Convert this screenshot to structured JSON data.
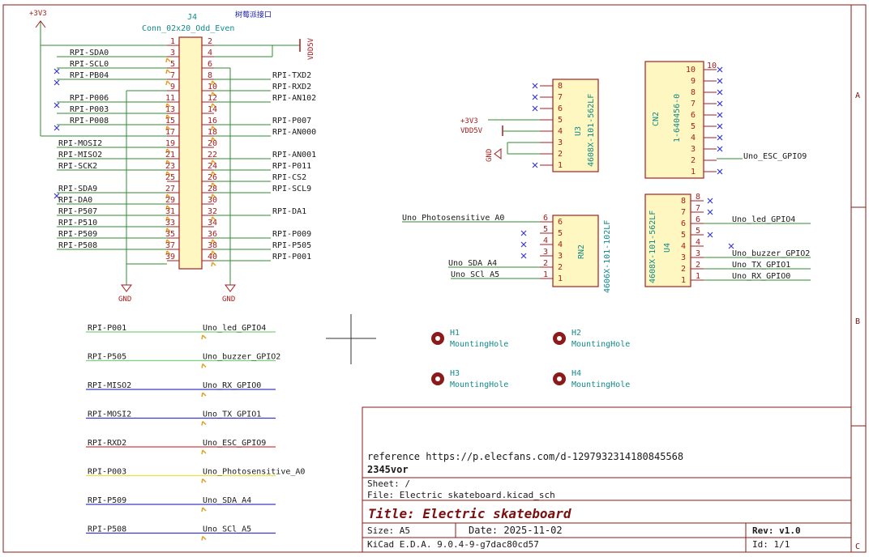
{
  "header": {
    "supply_label": "+3V3",
    "j4_ref": "J4",
    "j4_value": "Conn_02x20_Odd_Even",
    "j4_title": "树莓派接口",
    "vdd_label": "VDD5V",
    "gnd_left": "GND",
    "gnd_right": "GND"
  },
  "j4_left": [
    {
      "pin": "1",
      "net": ""
    },
    {
      "pin": "3",
      "net": "RPI-SDA0"
    },
    {
      "pin": "5",
      "net": "RPI-SCL0"
    },
    {
      "pin": "7",
      "net": "RPI-PB04"
    },
    {
      "pin": "9",
      "net": ""
    },
    {
      "pin": "11",
      "net": "RPI-P006"
    },
    {
      "pin": "13",
      "net": "RPI-P003"
    },
    {
      "pin": "15",
      "net": "RPI-P008"
    },
    {
      "pin": "17",
      "net": ""
    },
    {
      "pin": "19",
      "net": "RPI-MOSI2"
    },
    {
      "pin": "21",
      "net": "RPI-MISO2"
    },
    {
      "pin": "23",
      "net": "RPI-SCK2"
    },
    {
      "pin": "25",
      "net": ""
    },
    {
      "pin": "27",
      "net": "RPI-SDA9"
    },
    {
      "pin": "29",
      "net": "RPI-DA0"
    },
    {
      "pin": "31",
      "net": "RPI-P507"
    },
    {
      "pin": "33",
      "net": "RPI-P510"
    },
    {
      "pin": "35",
      "net": "RPI-P509"
    },
    {
      "pin": "37",
      "net": "RPI-P508"
    },
    {
      "pin": "39",
      "net": ""
    }
  ],
  "j4_right": [
    {
      "pin": "2",
      "net": ""
    },
    {
      "pin": "4",
      "net": ""
    },
    {
      "pin": "6",
      "net": ""
    },
    {
      "pin": "8",
      "net": "RPI-TXD2"
    },
    {
      "pin": "10",
      "net": "RPI-RXD2"
    },
    {
      "pin": "12",
      "net": "RPI-AN102"
    },
    {
      "pin": "14",
      "net": ""
    },
    {
      "pin": "16",
      "net": "RPI-P007"
    },
    {
      "pin": "18",
      "net": "RPI-AN000"
    },
    {
      "pin": "20",
      "net": ""
    },
    {
      "pin": "22",
      "net": "RPI-AN001"
    },
    {
      "pin": "24",
      "net": "RPI-P011"
    },
    {
      "pin": "26",
      "net": "RPI-CS2"
    },
    {
      "pin": "28",
      "net": "RPI-SCL9"
    },
    {
      "pin": "30",
      "net": ""
    },
    {
      "pin": "32",
      "net": "RPI-DA1"
    },
    {
      "pin": "34",
      "net": ""
    },
    {
      "pin": "36",
      "net": "RPI-P009"
    },
    {
      "pin": "38",
      "net": "RPI-P505"
    },
    {
      "pin": "40",
      "net": "RPI-P001"
    }
  ],
  "u3": {
    "ref": "U3",
    "value": "4608X-101-562LF",
    "pins": [
      "8",
      "7",
      "6",
      "5",
      "4",
      "3",
      "2",
      "1"
    ],
    "supply": "+3V3",
    "vdd": "VDD5V",
    "gnd": "GND"
  },
  "cn2": {
    "ref": "CN2",
    "value": "1-640456-0",
    "pins": [
      "10",
      "9",
      "8",
      "7",
      "6",
      "5",
      "4",
      "3",
      "2",
      "1"
    ],
    "net2": "Uno_ESC_GPIO9"
  },
  "rn2": {
    "ref": "RN2",
    "value": "4606X-101-102LF",
    "pins": [
      "6",
      "5",
      "4",
      "3",
      "2",
      "1"
    ],
    "net6": "Uno_Photosensitive_A0",
    "net2": "Uno_SDA_A4",
    "net1": "Uno_SCl_A5"
  },
  "u4": {
    "ref": "U4",
    "value": "4608X-101-562LF",
    "pins": [
      "8",
      "7",
      "6",
      "5",
      "4",
      "3",
      "2",
      "1"
    ],
    "net6": "Uno_led_GPIO4",
    "net3": "Uno_buzzer_GPIO2",
    "net2": "Uno_TX_GPIO1",
    "net1": "Uno_RX_GPIO0"
  },
  "holes": [
    {
      "ref": "H1",
      "value": "MountingHole"
    },
    {
      "ref": "H2",
      "value": "MountingHole"
    },
    {
      "ref": "H3",
      "value": "MountingHole"
    },
    {
      "ref": "H4",
      "value": "MountingHole"
    }
  ],
  "labels": [
    {
      "left": "RPI-P001",
      "right": "Uno_led_GPIO4",
      "color": "#7ad47a"
    },
    {
      "left": "RPI-P505",
      "right": "Uno_buzzer_GPIO2",
      "color": "#7ad47a"
    },
    {
      "left": "RPI-MISO2",
      "right": "Uno_RX_GPIO0",
      "color": "#3a3ac8"
    },
    {
      "left": "RPI-MOSI2",
      "right": "Uno_TX_GPIO1",
      "color": "#3a3ac8"
    },
    {
      "left": "RPI-RXD2",
      "right": "Uno_ESC_GPIO9",
      "color": "#d04040"
    },
    {
      "left": "RPI-P003",
      "right": "Uno_Photosensitive_A0",
      "color": "#e8e04a"
    },
    {
      "left": "RPI-P509",
      "right": "Uno_SDA_A4",
      "color": "#3a3ac8"
    },
    {
      "left": "RPI-P508",
      "right": "Uno_SCl_A5",
      "color": "#3a3ac8"
    }
  ],
  "title_block": {
    "reference": "reference https://p.elecfans.com/d-1297932314180845568",
    "company": "2345vor",
    "sheet": "Sheet: /",
    "file": "File: Electric skateboard.kicad_sch",
    "title": "Title: Electric skateboard",
    "size": "Size: A5",
    "date": "Date: 2025-11-02",
    "rev": "Rev: v1.0",
    "kicad": "KiCad E.D.A. 9.0.4-9-g7dac80cd57",
    "id": "Id: 1/1"
  },
  "border": {
    "row_a": "A",
    "row_b": "B",
    "row_c": "C"
  },
  "colors": {
    "wire": "#2e8b2e",
    "body_fill": "#fff7c2",
    "body_stroke": "#a51e1e",
    "ref": "#138a8a",
    "frame": "#8b1a1a"
  }
}
